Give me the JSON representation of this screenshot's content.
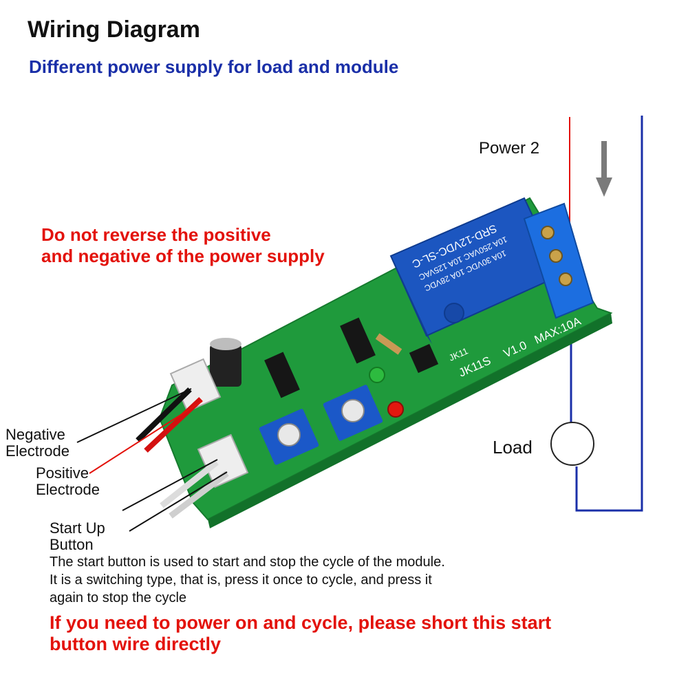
{
  "title": "Wiring Diagram",
  "subtitle": "Different power supply for load and module",
  "labels": {
    "power2": "Power 2",
    "load": "Load",
    "negative": [
      "Negative",
      "Electrode"
    ],
    "positive": [
      "Positive",
      "Electrode"
    ],
    "startup": [
      "Start Up",
      "Button"
    ]
  },
  "warning_top": [
    "Do not reverse the positive",
    "and negative of the power supply"
  ],
  "note": [
    "The start button is used to start and stop the cycle of the module.",
    "It is a switching type, that is, press it once to cycle, and press it",
    "again to stop the cycle"
  ],
  "warning_bottom": [
    "If you need to power on and cycle, please short this start",
    "button wire directly"
  ],
  "relay": {
    "lines": [
      "SRD-12VDC-SL-C",
      "10A 250VAC 10A 125VAC",
      "10A 30VDC 10A 28VDC"
    ]
  },
  "board": {
    "model": "JK11S",
    "version": "V1.0",
    "max": "MAX:10A",
    "relay_ref": "JK11"
  },
  "colors": {
    "title": "#111111",
    "subtitle": "#1a2fa8",
    "warning": "#e3120b",
    "board": "#1f9a3c",
    "relay": "#1c56c0",
    "wire_red": "#e3120b",
    "wire_blue": "#1a2fa8"
  }
}
